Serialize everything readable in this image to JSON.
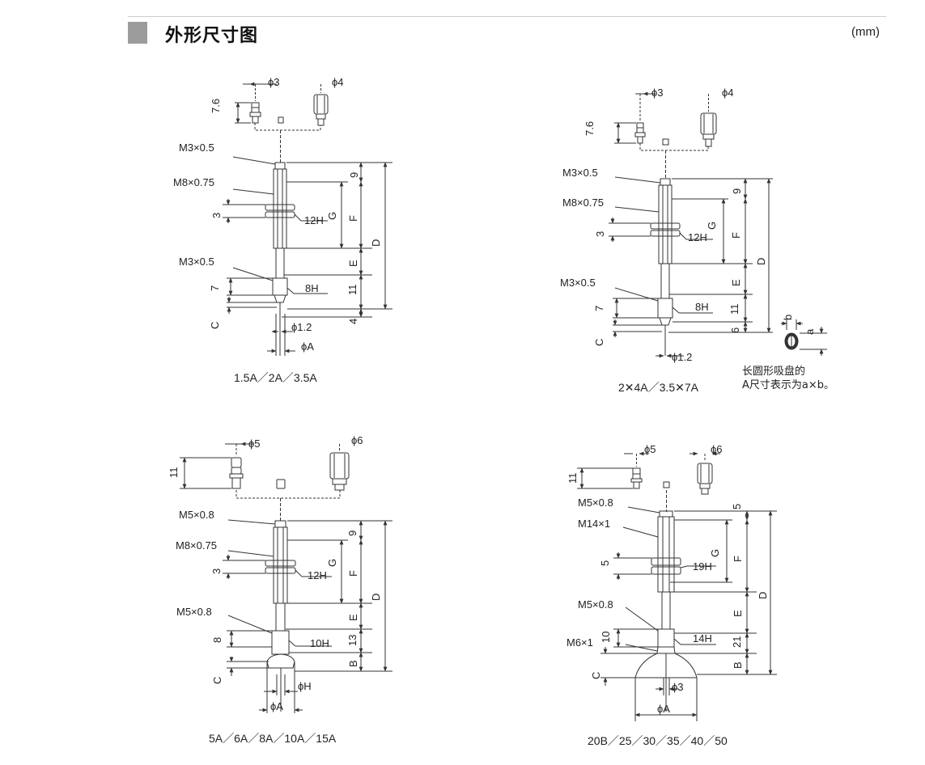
{
  "header": {
    "title": "外形尺寸图",
    "unit": "(mm)"
  },
  "figures": [
    {
      "caption": "1.5A／2A／3.5A",
      "labels": {
        "phi_a": "ϕ3",
        "phi_b": "ϕ4",
        "len_fit": "7.6",
        "thread_top": "M3×0.5",
        "thread_mid": "M8×0.75",
        "nut_thk": "3",
        "nut_hex": "12H",
        "thread_low": "M3×0.5",
        "low_len": "7",
        "low_hex": "8H",
        "c": "C",
        "phi_tip": "ϕ1.2",
        "phi_pad": "ϕA",
        "dim_top": "9",
        "dim_g": "G",
        "dim_f": "F",
        "dim_e": "E",
        "dim_low": "11",
        "dim_bot": "4",
        "dim_d": "D"
      }
    },
    {
      "caption": "2✕4A／3.5✕7A",
      "labels": {
        "phi_a": "ϕ3",
        "phi_b": "ϕ4",
        "len_fit": "7.6",
        "thread_top": "M3×0.5",
        "thread_mid": "M8×0.75",
        "nut_thk": "3",
        "nut_hex": "12H",
        "thread_low": "M3×0.5",
        "low_len": "7",
        "low_hex": "8H",
        "c": "C",
        "phi_tip": "ϕ1.2",
        "dim_top": "9",
        "dim_g": "G",
        "dim_f": "F",
        "dim_e": "E",
        "dim_low": "11",
        "dim_bot": "6",
        "dim_d": "D",
        "oval_a": "a",
        "oval_b": "b"
      },
      "note": [
        "长圆形吸盘的",
        "A尺寸表示为a×b。"
      ]
    },
    {
      "caption": "5A／6A／8A／10A／15A",
      "labels": {
        "phi_a": "ϕ5",
        "phi_b": "ϕ6",
        "len_fit": "11",
        "thread_top": "M5×0.8",
        "thread_mid": "M8×0.75",
        "nut_thk": "3",
        "nut_hex": "12H",
        "thread_low": "M5×0.8",
        "low_len": "8",
        "low_hex": "10H",
        "c": "C",
        "phi_tip": "ϕH",
        "phi_pad": "ϕA",
        "dim_top": "9",
        "dim_g": "G",
        "dim_f": "F",
        "dim_e": "E",
        "dim_low": "13",
        "dim_bot": "B",
        "dim_d": "D"
      }
    },
    {
      "caption": "20B／25／30／35／40／50",
      "labels": {
        "phi_a": "ϕ5",
        "phi_b": "ϕ6",
        "len_fit": "11",
        "thread_top": "M5×0.8",
        "thread_mid": "M14×1",
        "nut_thk": "5",
        "nut_hex": "19H",
        "thread_low": "M5×0.8",
        "thread_low2": "M6×1",
        "low_len": "10",
        "low_hex": "14H",
        "c": "C",
        "phi_tip": "ϕ3",
        "phi_pad": "ϕA",
        "dim_top": "5",
        "dim_g": "G",
        "dim_f": "F",
        "dim_e": "E",
        "dim_low": "21",
        "dim_bot": "B",
        "dim_d": "D"
      }
    }
  ]
}
